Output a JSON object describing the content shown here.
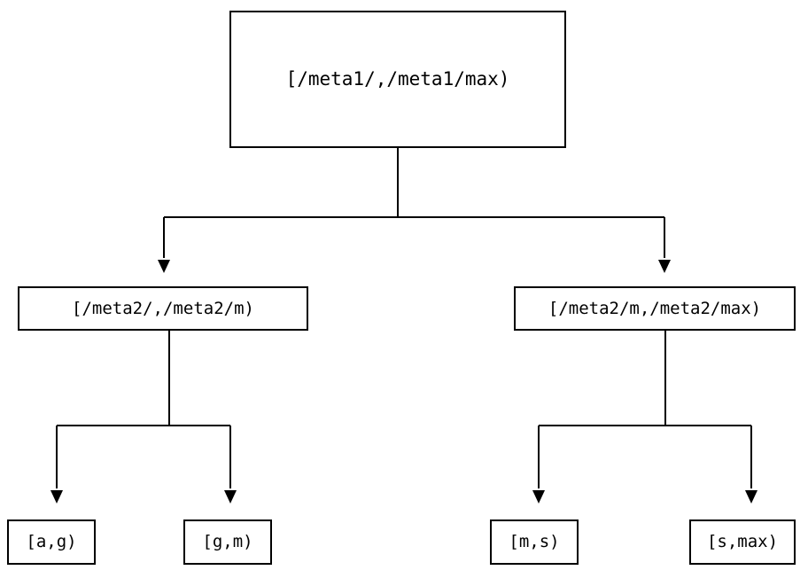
{
  "diagram": {
    "type": "tree",
    "orientation": "top-down",
    "stroke_color": "#000000",
    "fill_color": "#ffffff",
    "text_color": "#000000",
    "nodes": {
      "root": {
        "id": "root",
        "label": "[/meta1/,/meta1/max)",
        "level": 0
      },
      "meta2_low": {
        "id": "meta2-low",
        "label": "[/meta2/,/meta2/m)",
        "level": 1
      },
      "meta2_high": {
        "id": "meta2-high",
        "label": "[/meta2/m,/meta2/max)",
        "level": 1
      },
      "leaf_ag": {
        "id": "leaf-ag",
        "label": "[a,g)",
        "level": 2
      },
      "leaf_gm": {
        "id": "leaf-gm",
        "label": "[g,m)",
        "level": 2
      },
      "leaf_ms": {
        "id": "leaf-ms",
        "label": "[m,s)",
        "level": 2
      },
      "leaf_smax": {
        "id": "leaf-smax",
        "label": "[s,max)",
        "level": 2
      }
    },
    "edges": [
      {
        "from": "root",
        "to": "meta2-low",
        "arrow": "triangle-down"
      },
      {
        "from": "root",
        "to": "meta2-high",
        "arrow": "triangle-down"
      },
      {
        "from": "meta2-low",
        "to": "leaf-ag",
        "arrow": "triangle-down"
      },
      {
        "from": "meta2-low",
        "to": "leaf-gm",
        "arrow": "triangle-down"
      },
      {
        "from": "meta2-high",
        "to": "leaf-ms",
        "arrow": "triangle-down"
      },
      {
        "from": "meta2-high",
        "to": "leaf-smax",
        "arrow": "triangle-down"
      }
    ]
  }
}
